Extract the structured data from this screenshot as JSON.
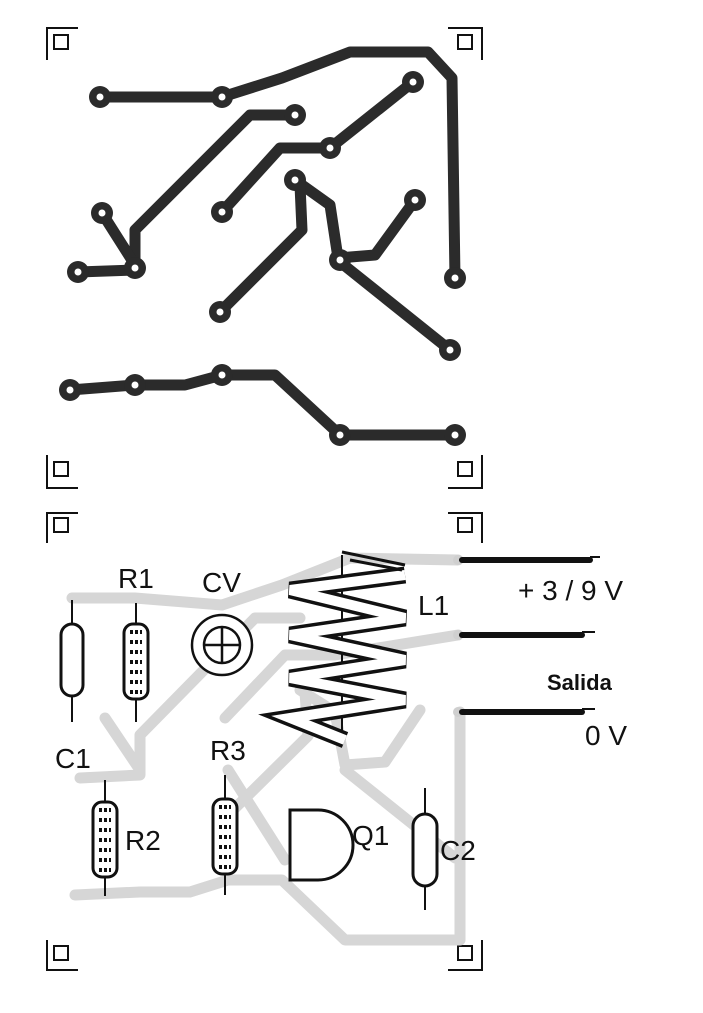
{
  "colors": {
    "copper": "#2b2b2b",
    "silk": "#d6d6d6",
    "ink": "#111111",
    "paper": "#ffffff"
  },
  "components": {
    "c1": "C1",
    "r1": "R1",
    "cv": "CV",
    "l1": "L1",
    "r2": "R2",
    "r3": "R3",
    "q1": "Q1",
    "c2": "C2"
  },
  "terminals": {
    "supply": "+ 3 / 9 V",
    "output": "Salida",
    "ground": "0 V"
  },
  "icons": {
    "corner_mark": "corner-registration-icon",
    "trimmer_symbol": "trimmer-capacitor-icon"
  }
}
